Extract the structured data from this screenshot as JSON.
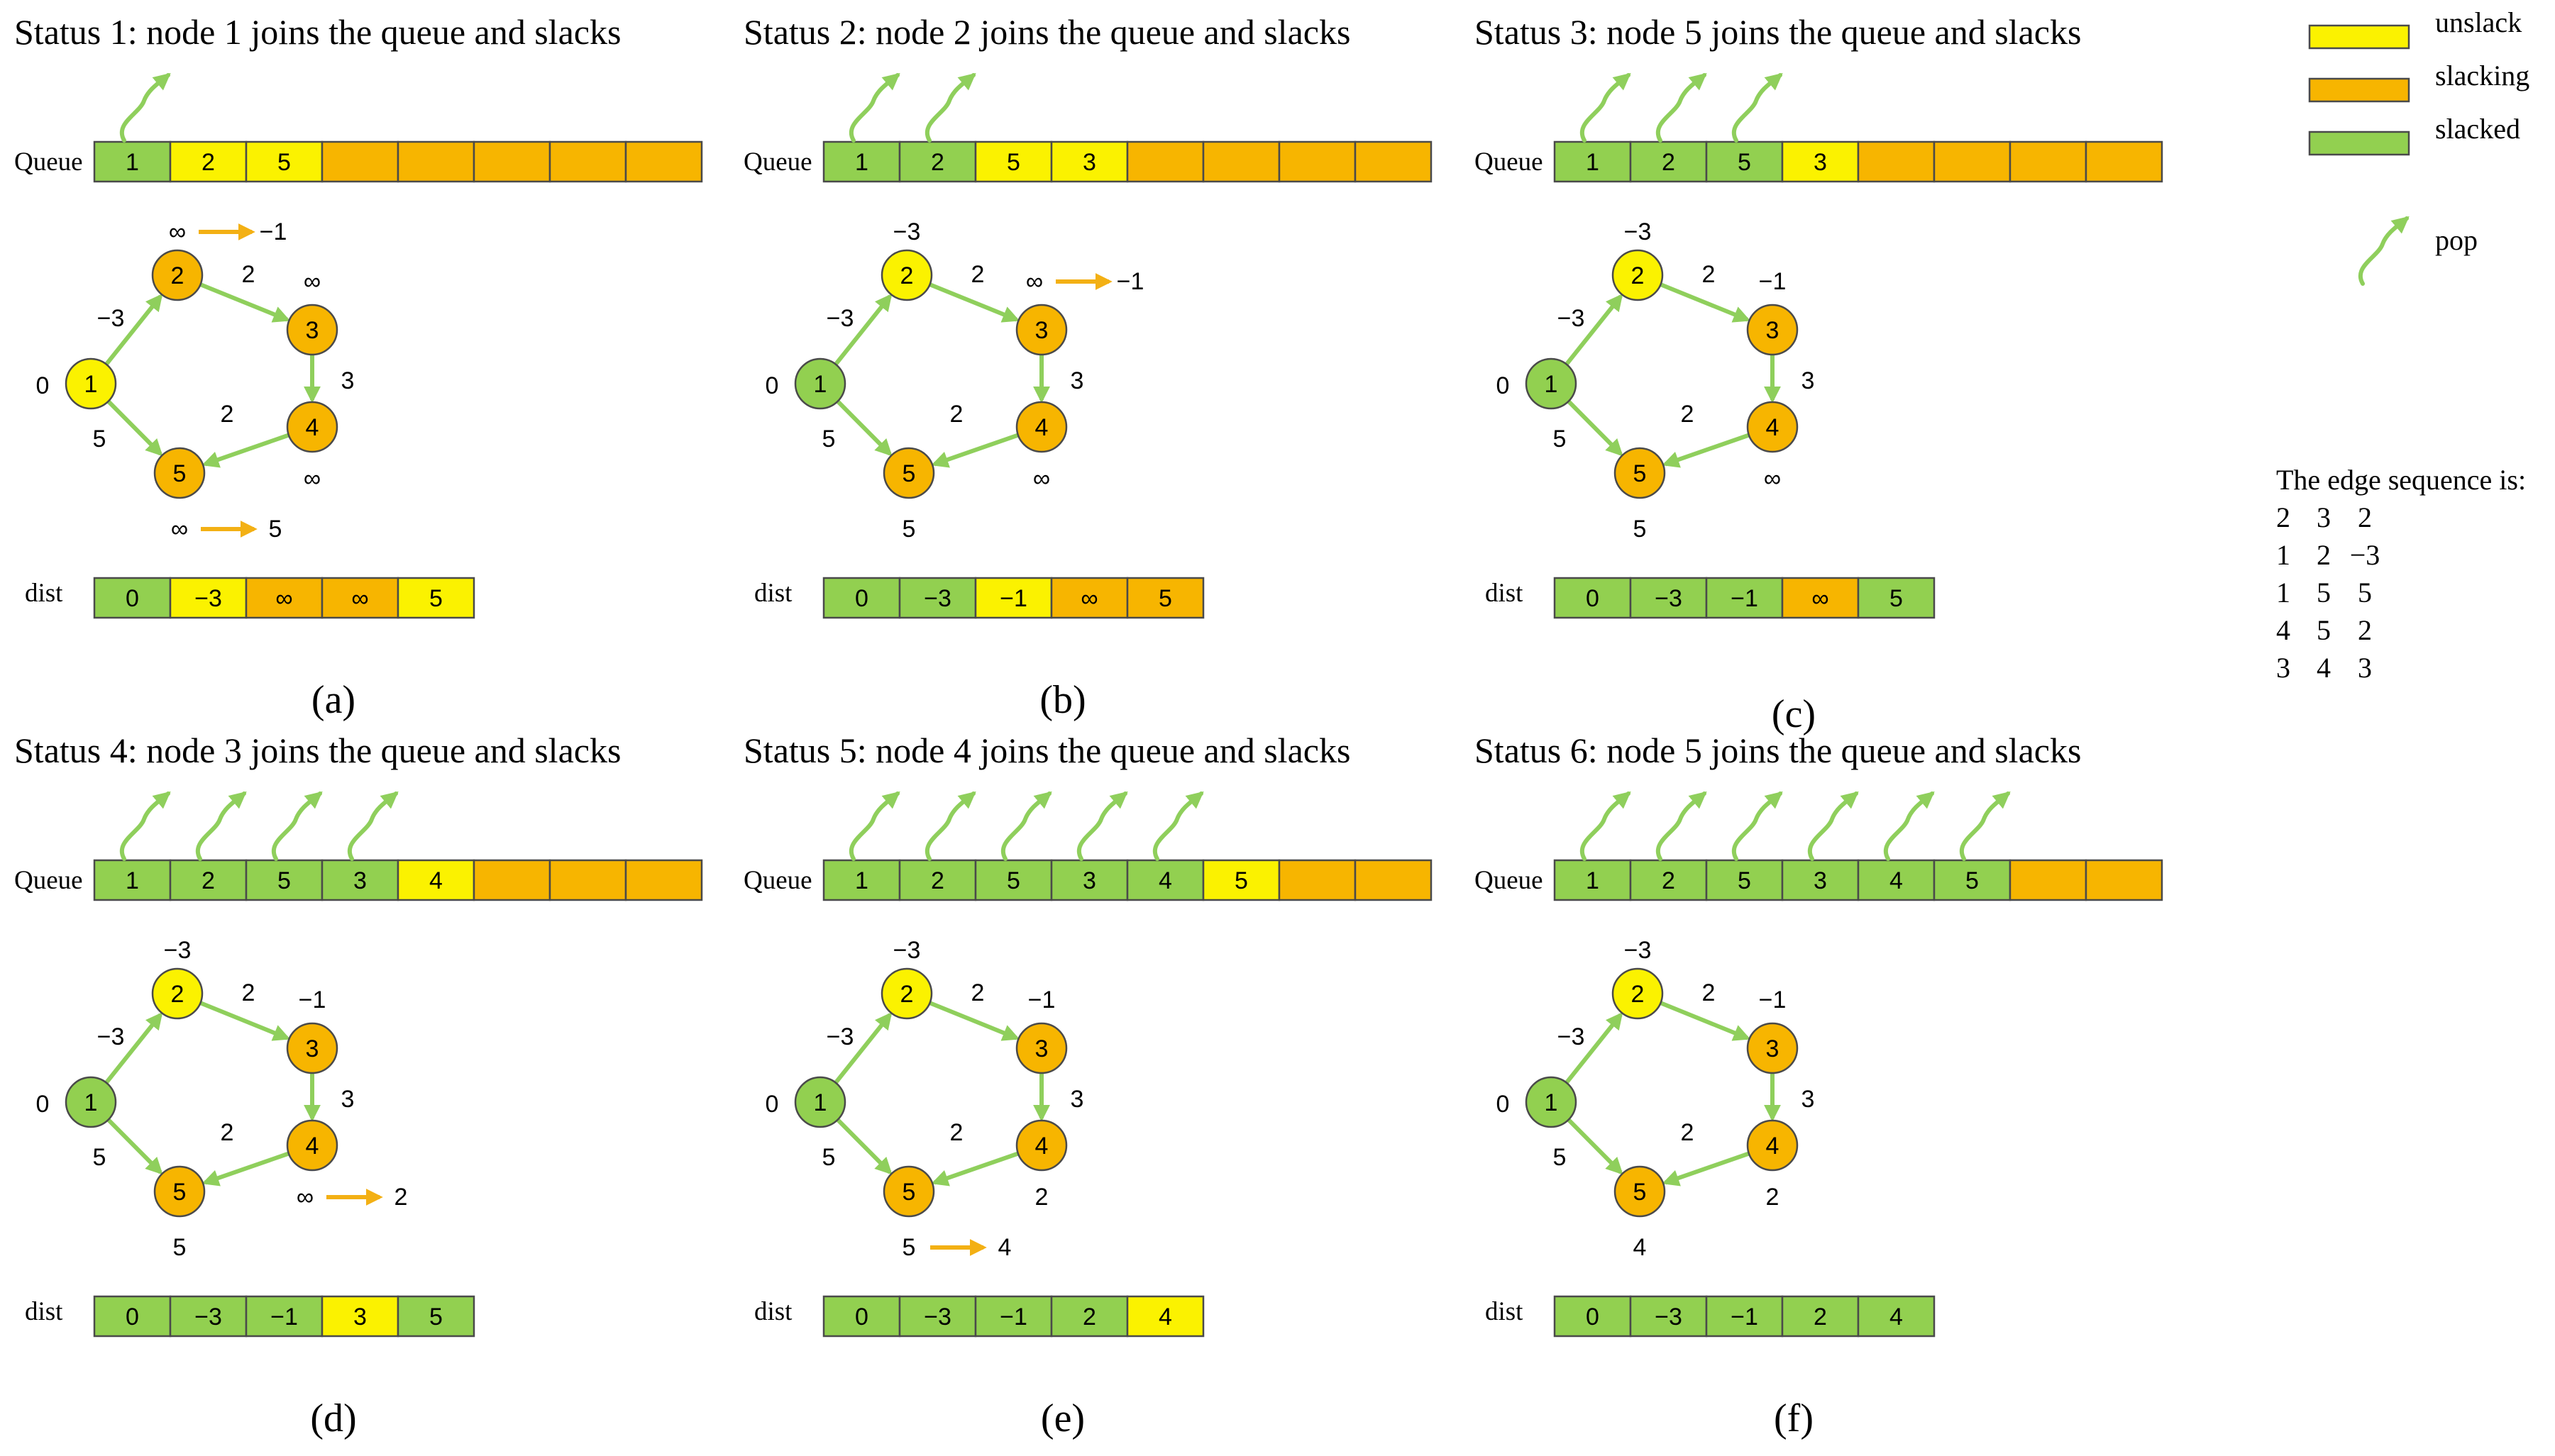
{
  "colors": {
    "unslack": "#fbf200",
    "slacking": "#f7b500",
    "slacked": "#92d050",
    "edge": "#8fcf5c",
    "update_arrow": "#f3b014"
  },
  "legend": [
    {
      "label": "unslack",
      "state": "unslack"
    },
    {
      "label": "slacking",
      "state": "slacking"
    },
    {
      "label": "slacked",
      "state": "slacked"
    },
    {
      "label": "pop",
      "icon": "pop-arrow-icon"
    }
  ],
  "edge_sequence": {
    "heading": "The edge sequence is:",
    "rows": [
      [
        "2",
        "3",
        "2"
      ],
      [
        "1",
        "2",
        "−3"
      ],
      [
        "1",
        "5",
        "5"
      ],
      [
        "4",
        "5",
        "2"
      ],
      [
        "3",
        "4",
        "3"
      ]
    ]
  },
  "graph": {
    "edges": [
      {
        "from": "1",
        "to": "2",
        "weight": "−3"
      },
      {
        "from": "2",
        "to": "3",
        "weight": "2"
      },
      {
        "from": "3",
        "to": "4",
        "weight": "3"
      },
      {
        "from": "4",
        "to": "5",
        "weight": "2"
      },
      {
        "from": "1",
        "to": "5",
        "weight": "5"
      }
    ]
  },
  "queue_label": "Queue",
  "dist_label": "dist",
  "panels": [
    {
      "title": "Status 1: node 1 joins the queue and slacks",
      "caption": "(a)",
      "pops": 1,
      "queue": [
        {
          "text": "1",
          "state": "slacked"
        },
        {
          "text": "2",
          "state": "unslack"
        },
        {
          "text": "5",
          "state": "unslack"
        },
        {
          "text": "",
          "state": "slacking"
        },
        {
          "text": "",
          "state": "slacking"
        },
        {
          "text": "",
          "state": "slacking"
        },
        {
          "text": "",
          "state": "slacking"
        },
        {
          "text": "",
          "state": "slacking"
        }
      ],
      "nodes": {
        "1": {
          "state": "unslack",
          "label": "0"
        },
        "2": {
          "state": "slacking",
          "label": "∞",
          "update_to": "−1"
        },
        "3": {
          "state": "slacking",
          "label": "∞"
        },
        "4": {
          "state": "slacking",
          "label": "∞"
        },
        "5": {
          "state": "slacking",
          "label": "∞",
          "update_to": "5"
        }
      },
      "dist": [
        {
          "text": "0",
          "state": "slacked"
        },
        {
          "text": "−3",
          "state": "unslack"
        },
        {
          "text": "∞",
          "state": "slacking"
        },
        {
          "text": "∞",
          "state": "slacking"
        },
        {
          "text": "5",
          "state": "unslack"
        }
      ]
    },
    {
      "title": "Status 2: node 2 joins the queue and slacks",
      "caption": "(b)",
      "pops": 2,
      "queue": [
        {
          "text": "1",
          "state": "slacked"
        },
        {
          "text": "2",
          "state": "slacked"
        },
        {
          "text": "5",
          "state": "unslack"
        },
        {
          "text": "3",
          "state": "unslack"
        },
        {
          "text": "",
          "state": "slacking"
        },
        {
          "text": "",
          "state": "slacking"
        },
        {
          "text": "",
          "state": "slacking"
        },
        {
          "text": "",
          "state": "slacking"
        }
      ],
      "nodes": {
        "1": {
          "state": "slacked",
          "label": "0"
        },
        "2": {
          "state": "unslack",
          "label": "−3"
        },
        "3": {
          "state": "slacking",
          "label": "∞",
          "update_to": "−1"
        },
        "4": {
          "state": "slacking",
          "label": "∞"
        },
        "5": {
          "state": "slacking",
          "label": "5"
        }
      },
      "dist": [
        {
          "text": "0",
          "state": "slacked"
        },
        {
          "text": "−3",
          "state": "slacked"
        },
        {
          "text": "−1",
          "state": "unslack"
        },
        {
          "text": "∞",
          "state": "slacking"
        },
        {
          "text": "5",
          "state": "slacking"
        }
      ]
    },
    {
      "title": "Status 3: node 5 joins the queue and slacks",
      "caption": "(c)",
      "pops": 3,
      "queue": [
        {
          "text": "1",
          "state": "slacked"
        },
        {
          "text": "2",
          "state": "slacked"
        },
        {
          "text": "5",
          "state": "slacked"
        },
        {
          "text": "3",
          "state": "unslack"
        },
        {
          "text": "",
          "state": "slacking"
        },
        {
          "text": "",
          "state": "slacking"
        },
        {
          "text": "",
          "state": "slacking"
        },
        {
          "text": "",
          "state": "slacking"
        }
      ],
      "nodes": {
        "1": {
          "state": "slacked",
          "label": "0"
        },
        "2": {
          "state": "unslack",
          "label": "−3"
        },
        "3": {
          "state": "slacking",
          "label": "−1"
        },
        "4": {
          "state": "slacking",
          "label": "∞"
        },
        "5": {
          "state": "slacking",
          "label": "5"
        }
      },
      "dist": [
        {
          "text": "0",
          "state": "slacked"
        },
        {
          "text": "−3",
          "state": "slacked"
        },
        {
          "text": "−1",
          "state": "slacked"
        },
        {
          "text": "∞",
          "state": "slacking"
        },
        {
          "text": "5",
          "state": "slacked"
        }
      ]
    },
    {
      "title": "Status 4: node 3 joins the queue and slacks",
      "caption": "(d)",
      "pops": 4,
      "queue": [
        {
          "text": "1",
          "state": "slacked"
        },
        {
          "text": "2",
          "state": "slacked"
        },
        {
          "text": "5",
          "state": "slacked"
        },
        {
          "text": "3",
          "state": "slacked"
        },
        {
          "text": "4",
          "state": "unslack"
        },
        {
          "text": "",
          "state": "slacking"
        },
        {
          "text": "",
          "state": "slacking"
        },
        {
          "text": "",
          "state": "slacking"
        }
      ],
      "nodes": {
        "1": {
          "state": "slacked",
          "label": "0"
        },
        "2": {
          "state": "unslack",
          "label": "−3"
        },
        "3": {
          "state": "slacking",
          "label": "−1"
        },
        "4": {
          "state": "slacking",
          "label": "∞",
          "update_to": "2"
        },
        "5": {
          "state": "slacking",
          "label": "5"
        }
      },
      "dist": [
        {
          "text": "0",
          "state": "slacked"
        },
        {
          "text": "−3",
          "state": "slacked"
        },
        {
          "text": "−1",
          "state": "slacked"
        },
        {
          "text": "3",
          "state": "unslack"
        },
        {
          "text": "5",
          "state": "slacked"
        }
      ]
    },
    {
      "title": "Status 5: node 4 joins the queue and slacks",
      "caption": "(e)",
      "pops": 5,
      "queue": [
        {
          "text": "1",
          "state": "slacked"
        },
        {
          "text": "2",
          "state": "slacked"
        },
        {
          "text": "5",
          "state": "slacked"
        },
        {
          "text": "3",
          "state": "slacked"
        },
        {
          "text": "4",
          "state": "slacked"
        },
        {
          "text": "5",
          "state": "unslack"
        },
        {
          "text": "",
          "state": "slacking"
        },
        {
          "text": "",
          "state": "slacking"
        }
      ],
      "nodes": {
        "1": {
          "state": "slacked",
          "label": "0"
        },
        "2": {
          "state": "unslack",
          "label": "−3"
        },
        "3": {
          "state": "slacking",
          "label": "−1"
        },
        "4": {
          "state": "slacking",
          "label": "2"
        },
        "5": {
          "state": "slacking",
          "label": "5",
          "update_to": "4"
        }
      },
      "dist": [
        {
          "text": "0",
          "state": "slacked"
        },
        {
          "text": "−3",
          "state": "slacked"
        },
        {
          "text": "−1",
          "state": "slacked"
        },
        {
          "text": "2",
          "state": "slacked"
        },
        {
          "text": "4",
          "state": "unslack"
        }
      ]
    },
    {
      "title": "Status 6: node 5 joins the queue and slacks",
      "caption": "(f)",
      "pops": 6,
      "queue": [
        {
          "text": "1",
          "state": "slacked"
        },
        {
          "text": "2",
          "state": "slacked"
        },
        {
          "text": "5",
          "state": "slacked"
        },
        {
          "text": "3",
          "state": "slacked"
        },
        {
          "text": "4",
          "state": "slacked"
        },
        {
          "text": "5",
          "state": "slacked"
        },
        {
          "text": "",
          "state": "slacking"
        },
        {
          "text": "",
          "state": "slacking"
        }
      ],
      "nodes": {
        "1": {
          "state": "slacked",
          "label": "0"
        },
        "2": {
          "state": "unslack",
          "label": "−3"
        },
        "3": {
          "state": "slacking",
          "label": "−1"
        },
        "4": {
          "state": "slacking",
          "label": "2"
        },
        "5": {
          "state": "slacking",
          "label": "4"
        }
      },
      "dist": [
        {
          "text": "0",
          "state": "slacked"
        },
        {
          "text": "−3",
          "state": "slacked"
        },
        {
          "text": "−1",
          "state": "slacked"
        },
        {
          "text": "2",
          "state": "slacked"
        },
        {
          "text": "4",
          "state": "slacked"
        }
      ]
    }
  ]
}
